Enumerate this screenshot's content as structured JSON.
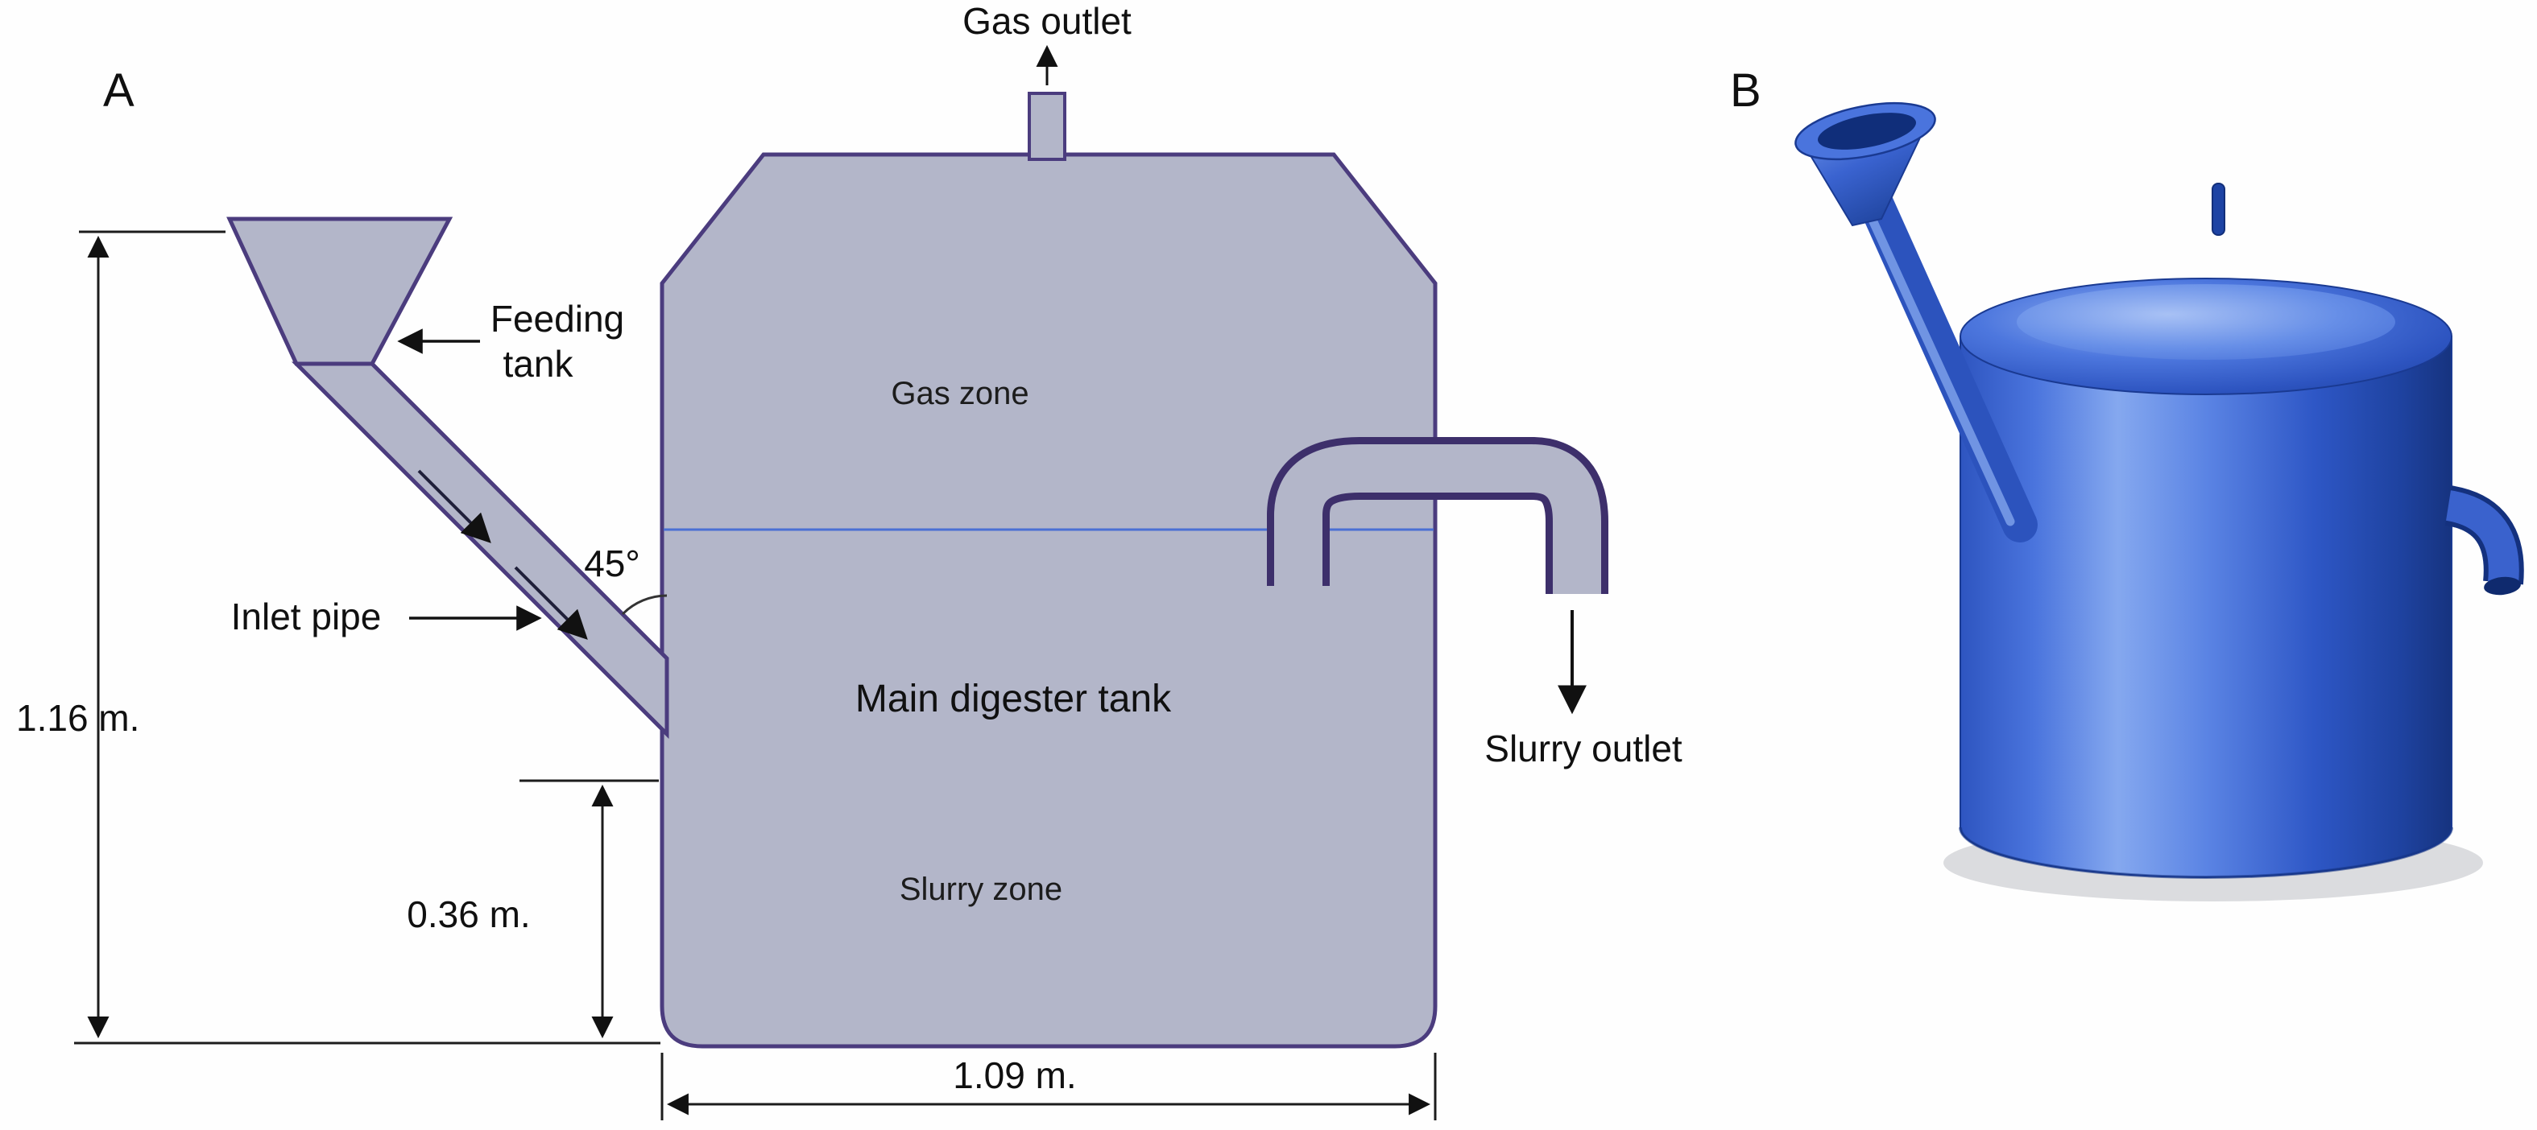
{
  "panel_a": {
    "label": "A",
    "annotations": {
      "gas_outlet": "Gas outlet",
      "feeding_tank_line1": "Feeding",
      "feeding_tank_line2": "tank",
      "inlet_pipe": "Inlet pipe",
      "angle": "45°",
      "slurry_outlet": "Slurry outlet"
    },
    "zones": {
      "gas_zone": "Gas zone",
      "main_tank": "Main digester tank",
      "slurry_zone": "Slurry zone"
    },
    "dimensions": {
      "overall_height": "1.16 m.",
      "slurry_zone_height": "0.36 m.",
      "tank_width": "1.09 m."
    }
  },
  "panel_b": {
    "label": "B"
  },
  "colors": {
    "schematic_fill": "#b3b6c9",
    "schematic_outline": "#4b3c7e",
    "liquid_line": "#4a6fd4",
    "pipe_outline": "#3d2f6b",
    "render_blue": "#3f68d4",
    "render_blue_dark": "#1a3a92",
    "render_highlight": "#85a8ef",
    "annotation_ink": "#111111"
  }
}
